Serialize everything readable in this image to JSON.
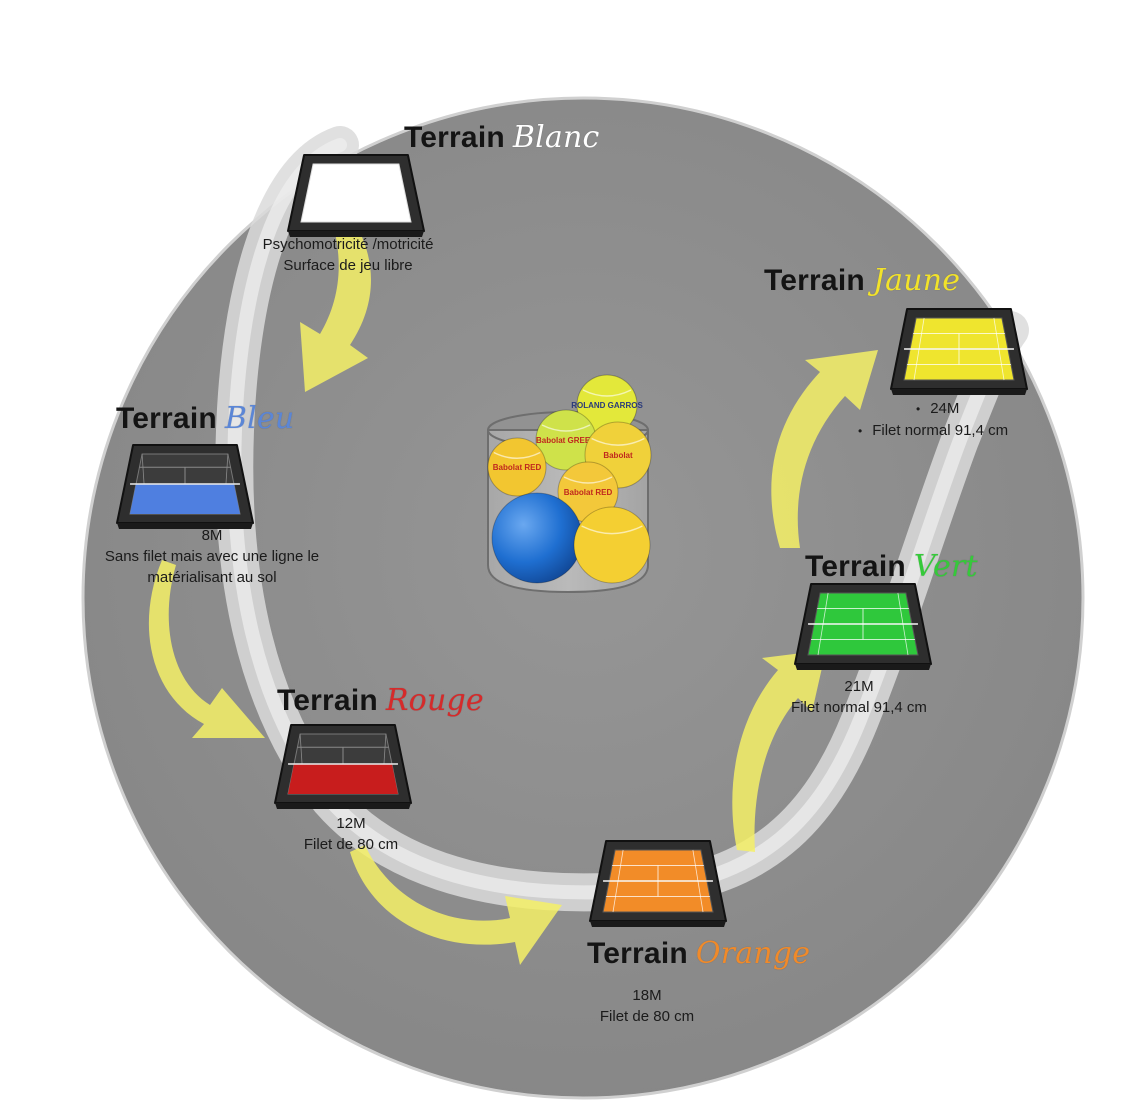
{
  "title_word": "Terrain",
  "colors": {
    "disc": "#8e8e8e",
    "path": "#d6d6d6",
    "arrow": "#f5f066",
    "court_frame": "#3a3a3a",
    "court_line": "#6a6a6a"
  },
  "icons": [
    "court-icon",
    "arrow-icon",
    "ball-jar-icon"
  ],
  "terrains": [
    {
      "id": "blanc",
      "color_label": "Blanc",
      "color": "#ffffff",
      "court_fill": "#ffffff",
      "lines": [
        "Psychomotricité /motricité",
        "Surface de jeu libre"
      ]
    },
    {
      "id": "bleu",
      "color_label": "Bleu",
      "color": "#5b86d6",
      "court_fill": "#4f7fe0",
      "lines": [
        "8M",
        "Sans filet mais avec une ligne le",
        "matérialisant au sol"
      ]
    },
    {
      "id": "rouge",
      "color_label": "Rouge",
      "color": "#d62a2a",
      "court_fill": "#c81d1d",
      "lines": [
        "12M",
        "Filet de 80 cm"
      ]
    },
    {
      "id": "orange",
      "color_label": "Orange",
      "color": "#f08a2a",
      "court_fill": "#f28c28",
      "lines": [
        "18M",
        "Filet de 80 cm"
      ]
    },
    {
      "id": "vert",
      "color_label": "Vert",
      "color": "#35c93a",
      "court_fill": "#2fc83c",
      "lines": [
        "21M",
        "Filet normal 91,4 cm"
      ]
    },
    {
      "id": "jaune",
      "color_label": "Jaune",
      "color": "#f2e22a",
      "court_fill": "#efe52e",
      "lines": [
        "24M",
        "Filet normal 91,4 cm"
      ]
    }
  ],
  "balls": [
    {
      "label": "ROLAND GARROS",
      "color": "#e3e83a"
    },
    {
      "label": "Babolat GREEN",
      "color": "#cfe24a"
    },
    {
      "label": "Babolat",
      "color": "#f0d13a"
    },
    {
      "label": "Babolat RED",
      "color": "#f2c630"
    },
    {
      "label": "Babolat RED",
      "color": "#f3c83a"
    },
    {
      "label": "",
      "color": "#1f6fd1"
    },
    {
      "label": "",
      "color": "#f4cf32"
    }
  ]
}
